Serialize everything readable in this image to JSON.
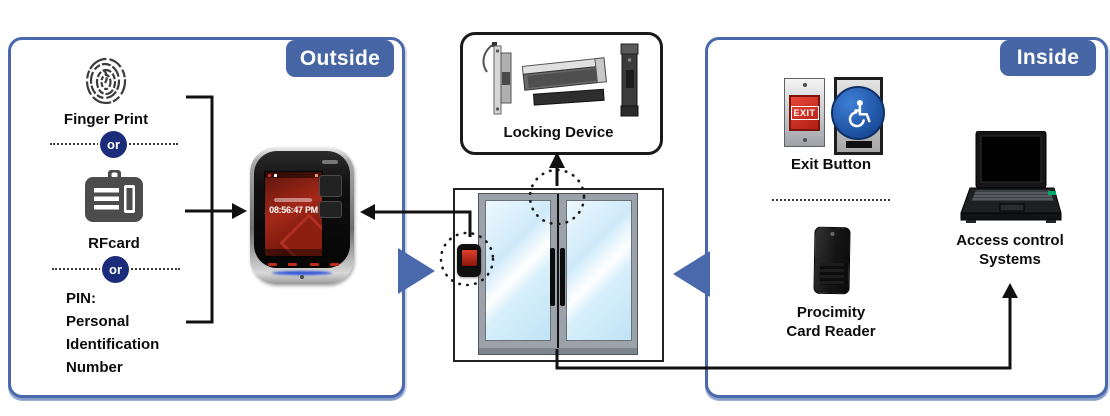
{
  "outside": {
    "tab": "Outside",
    "finger_print_label": "Finger Print",
    "or_label": "or",
    "rfcard_label": "RFcard",
    "pin_lines": [
      "PIN:",
      "Personal",
      "Identification",
      "Number"
    ],
    "reader_time": "08:56:47 PM"
  },
  "center": {
    "locking_device_label": "Locking Device"
  },
  "inside": {
    "tab": "Inside",
    "exit_button_label": "Exit Button",
    "exit_text": "EXIT",
    "proximity_label_1": "Procimity",
    "proximity_label_2": "Card Reader",
    "access_label_1": "Access control",
    "access_label_2": "Systems"
  },
  "colors": {
    "panel_blue": "#4a69ad",
    "tab_blue": "#4565a4",
    "or_badge_navy": "#1b2d7a",
    "exit_red": "#c6281c",
    "accessible_blue": "#2563ae",
    "door_glass_blue": "#cfeafa",
    "reader_screen_red": "#9c2517"
  }
}
